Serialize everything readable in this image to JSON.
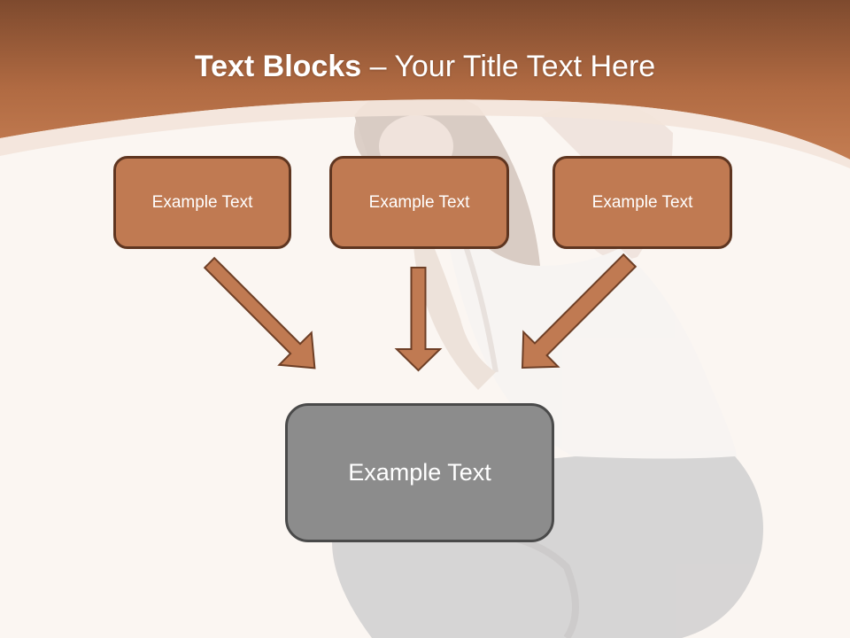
{
  "slide": {
    "title_bold": "Text Blocks",
    "title_dash": " – ",
    "title_rest": "Your Title Text Here"
  },
  "boxes": {
    "left": "Example Text",
    "center": "Example Text",
    "right": "Example Text",
    "main": "Example Text"
  },
  "colors": {
    "header": "#b97148",
    "box_fill": "#c07a52",
    "box_border": "#5e3520",
    "main_box_fill": "#8c8c8c",
    "background": "#fbf6f2"
  }
}
